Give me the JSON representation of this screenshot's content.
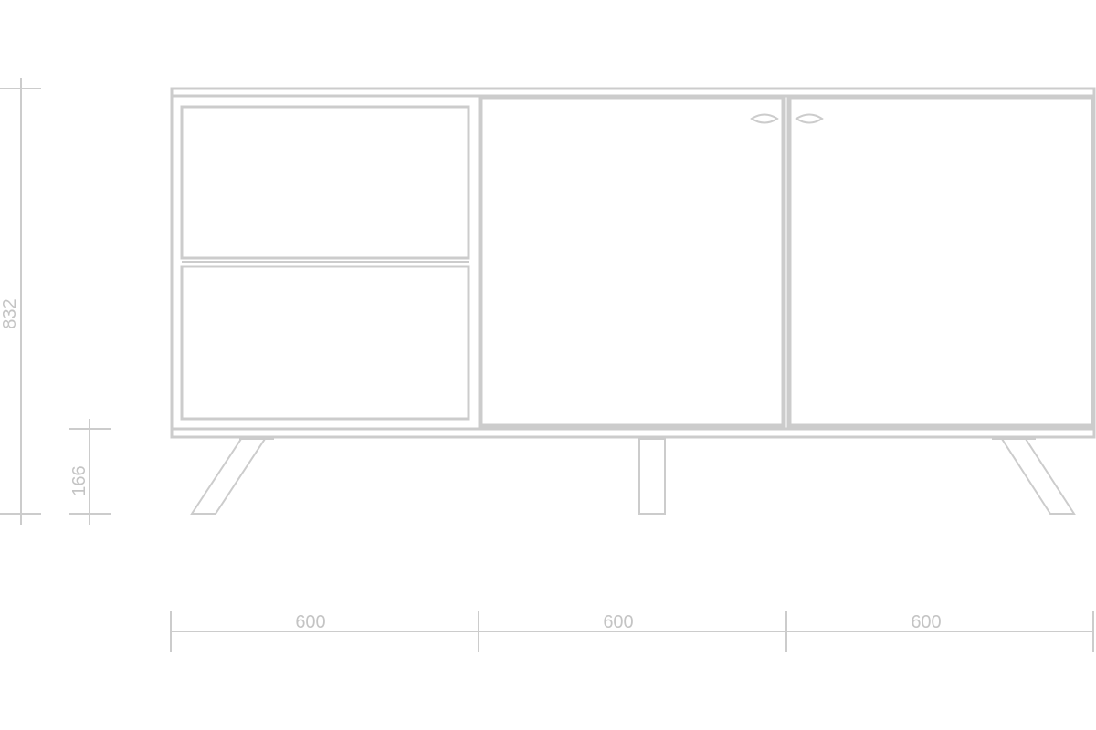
{
  "drawing": {
    "overall_height_label": "832",
    "leg_height_label": "166",
    "widths": [
      {
        "label": "600"
      },
      {
        "label": "600"
      },
      {
        "label": "600"
      }
    ],
    "line_color": "#cccccc",
    "text_color": "#c4c4c4"
  }
}
